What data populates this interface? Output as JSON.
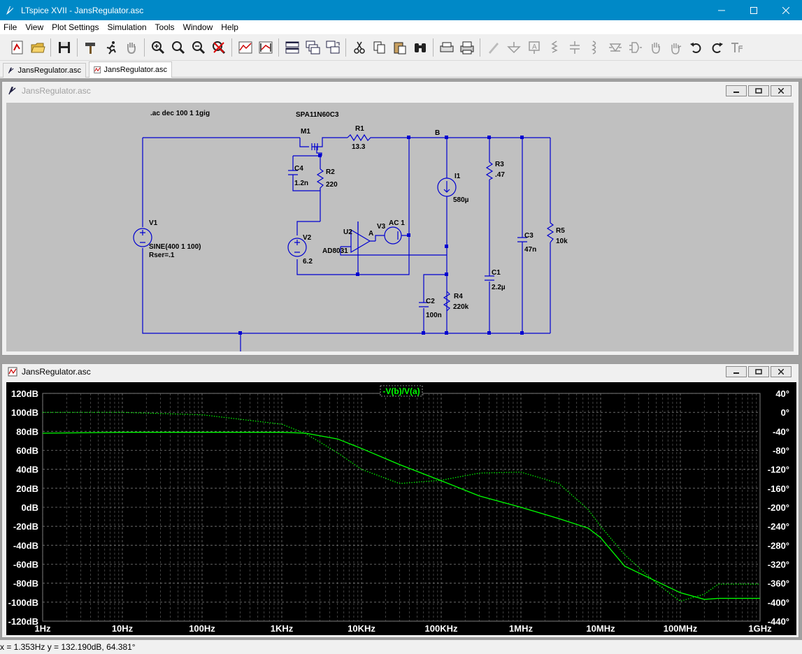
{
  "titlebar": {
    "title": "LTspice XVII - JansRegulator.asc"
  },
  "menu": [
    "File",
    "View",
    "Plot Settings",
    "Simulation",
    "Tools",
    "Window",
    "Help"
  ],
  "tabs": [
    {
      "label": "JansRegulator.asc",
      "kind": "schematic"
    },
    {
      "label": "JansRegulator.asc",
      "kind": "waveform"
    }
  ],
  "schematic_window": {
    "title": "JansRegulator.asc",
    "directive": ".ac dec 100 1 1gig",
    "model_label": "SPA11N60C3",
    "components": [
      {
        "ref": "M1",
        "value": ""
      },
      {
        "ref": "R1",
        "value": "13.3"
      },
      {
        "ref": "C4",
        "value": "1.2n"
      },
      {
        "ref": "R2",
        "value": "220"
      },
      {
        "ref": "V1",
        "value": "SINE(400 1 100)",
        "extra": "Rser=.1"
      },
      {
        "ref": "V2",
        "value": "6.2"
      },
      {
        "ref": "U2",
        "value": "AD8031"
      },
      {
        "ref": "V3",
        "value": "AC 1"
      },
      {
        "ref": "I1",
        "value": "580µ"
      },
      {
        "ref": "R3",
        "value": ".47"
      },
      {
        "ref": "C3",
        "value": "47n"
      },
      {
        "ref": "R5",
        "value": "10k"
      },
      {
        "ref": "C1",
        "value": "2.2µ"
      },
      {
        "ref": "C2",
        "value": "100n"
      },
      {
        "ref": "R4",
        "value": "220k"
      }
    ],
    "net_labels": [
      "A",
      "B"
    ]
  },
  "plot_window": {
    "title": "JansRegulator.asc",
    "trace_label": "-V(b)/V(a)",
    "left_axis": [
      "120dB",
      "100dB",
      "80dB",
      "60dB",
      "40dB",
      "20dB",
      "0dB",
      "-20dB",
      "-40dB",
      "-60dB",
      "-80dB",
      "-100dB",
      "-120dB"
    ],
    "right_axis": [
      "40°",
      "0°",
      "-40°",
      "-80°",
      "-120°",
      "-160°",
      "-200°",
      "-240°",
      "-280°",
      "-320°",
      "-360°",
      "-400°",
      "-440°"
    ],
    "x_axis": [
      "1Hz",
      "10Hz",
      "100Hz",
      "1KHz",
      "10KHz",
      "100KHz",
      "1MHz",
      "10MHz",
      "100MHz",
      "1GHz"
    ],
    "trace_color": "#00ff00"
  },
  "chart_data": {
    "type": "line",
    "title": "-V(b)/V(a)",
    "xlabel": "",
    "ylabel": "",
    "x_scale": "log",
    "xlim_hz": [
      1,
      1000000000
    ],
    "ylim_db": [
      -120,
      120
    ],
    "y2lim_deg": [
      -440,
      40
    ],
    "grid": true,
    "series": [
      {
        "name": "-V(b)/V(a)",
        "kind": "magnitude_db",
        "style": "solid",
        "x": [
          1,
          10,
          100,
          1000,
          2000,
          5000,
          10000,
          30000,
          100000,
          300000,
          1000000,
          3000000,
          7000000,
          10000000,
          20000000,
          50000000,
          100000000,
          200000000,
          300000000,
          1000000000
        ],
        "values": [
          78,
          79,
          79,
          79,
          78,
          72,
          62,
          45,
          28,
          12,
          0,
          -12,
          -22,
          -32,
          -62,
          -78,
          -90,
          -97,
          -96,
          -96
        ]
      },
      {
        "name": "-V(b)/V(a)",
        "kind": "phase_deg",
        "style": "dotted",
        "x": [
          1,
          10,
          100,
          1000,
          2000,
          5000,
          10000,
          30000,
          100000,
          300000,
          1000000,
          3000000,
          7000000,
          10000000,
          20000000,
          50000000,
          100000000,
          200000000,
          300000000,
          1000000000
        ],
        "values": [
          0,
          0,
          -5,
          -25,
          -45,
          -85,
          -120,
          -150,
          -143,
          -128,
          -126,
          -150,
          -205,
          -240,
          -300,
          -360,
          -398,
          -383,
          -362,
          -362
        ]
      }
    ]
  },
  "statusbar": {
    "text": "x = 1.353Hz   y = 132.190dB, 64.381°"
  }
}
